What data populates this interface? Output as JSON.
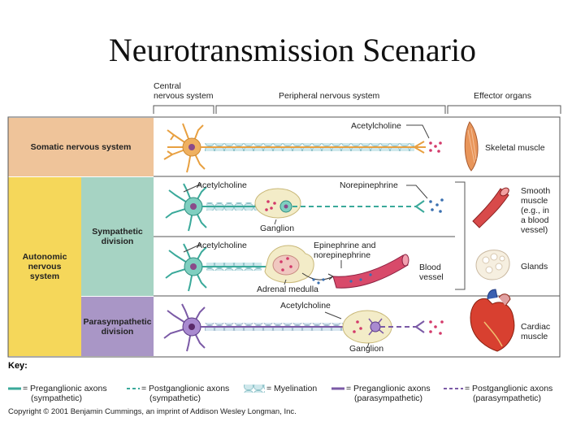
{
  "title": "Neurotransmission Scenario",
  "header": {
    "cns": [
      "Central",
      "nervous system"
    ],
    "pns": "Peripheral nervous system",
    "effector": "Effector organs"
  },
  "regions": {
    "somatic": "Somatic nervous system",
    "autonomic": [
      "Autonomic",
      "nervous",
      "system"
    ],
    "sympathetic": [
      "Sympathetic",
      "division"
    ],
    "parasympathetic": [
      "Parasympathetic",
      "division"
    ]
  },
  "labels": {
    "ach_somatic": "Acetylcholine",
    "ach_symp": "Acetylcholine",
    "norepi": "Norepinephrine",
    "ganglion_symp": "Ganglion",
    "ach_adrenal": "Acetylcholine",
    "epi": [
      "Epinephrine and",
      "norepinephrine"
    ],
    "adrenal": "Adrenal medulla",
    "blood_vessel": [
      "Blood",
      "vessel"
    ],
    "ach_para": "Acetylcholine",
    "ganglion_para": "Ganglion"
  },
  "organs": {
    "skeletal": "Skeletal muscle",
    "smooth": [
      "Smooth",
      "muscle",
      "(e.g., in",
      "a blood",
      "vessel)"
    ],
    "glands": "Glands",
    "cardiac": [
      "Cardiac",
      "muscle"
    ]
  },
  "key": {
    "title": "Key:",
    "items": [
      {
        "label": [
          "= Preganglionic axons",
          "(sympathetic)"
        ],
        "style": "solid",
        "color": "#3aa99a"
      },
      {
        "label": [
          "= Postganglionic axons",
          "(sympathetic)"
        ],
        "style": "dashed",
        "color": "#3aa99a"
      },
      {
        "label": [
          "= Myelination"
        ],
        "style": "myelin",
        "color": "#8fc3c9"
      },
      {
        "label": [
          "= Preganglionic axons",
          "(parasympathetic)"
        ],
        "style": "solid",
        "color": "#7b5aa6"
      },
      {
        "label": [
          "= Postganglionic axons",
          "(parasympathetic)"
        ],
        "style": "dashed",
        "color": "#7b5aa6"
      }
    ]
  },
  "copyright": "Copyright © 2001 Benjamin Cummings, an imprint of Addison Wesley Longman, Inc.",
  "colors": {
    "somatic": "#efc49a",
    "autonomic": "#f5d75a",
    "sympathetic": "#a6d3c3",
    "parasympathetic": "#a996c6",
    "sympathetic_neuron": "#3aa99a",
    "parasympathetic_neuron": "#7b5aa6",
    "somatic_neuron": "#e8a040",
    "vesicle": "#d33a6a"
  }
}
